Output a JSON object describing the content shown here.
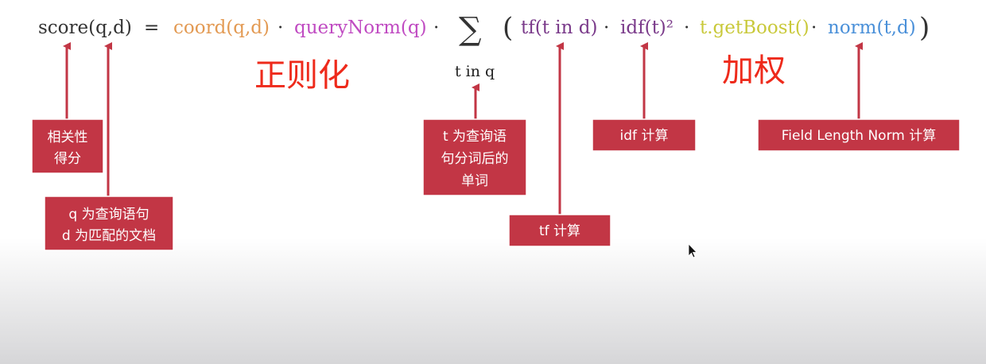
{
  "formula": {
    "score": "score(q,d)",
    "equals": "=",
    "coord": "coord(q,d)",
    "dot": "·",
    "querynorm": "queryNorm(q)",
    "sum_symbol": "∑",
    "sum_subscript": "t in q",
    "open_paren": "(",
    "tf": "tf(t in d)",
    "idf": "idf(t)²",
    "boost": "t.getBoost()",
    "norm": "norm(t,d)",
    "close_paren": ")"
  },
  "labels": {
    "normalization": "正则化",
    "weighting": "加权"
  },
  "annotations": {
    "score": [
      "相关性",
      "得分"
    ],
    "query_doc": [
      "q 为查询语句",
      "d 为匹配的文档"
    ],
    "term": [
      "t 为查询语",
      "句分词后的",
      "单词"
    ],
    "tf": [
      "tf 计算"
    ],
    "idf": [
      "idf 计算"
    ],
    "norm": [
      "Field Length Norm 计算"
    ]
  },
  "colors": {
    "score": "#333333",
    "coord": "#e39a53",
    "querynorm": "#c04bc2",
    "tf": "#7a3a8a",
    "idf": "#7a3a8a",
    "boost": "#c9c93a",
    "norm": "#4a90d9",
    "annotation_box": "#c23645",
    "arrow": "#c23645",
    "big_label": "#ee2a1b"
  }
}
